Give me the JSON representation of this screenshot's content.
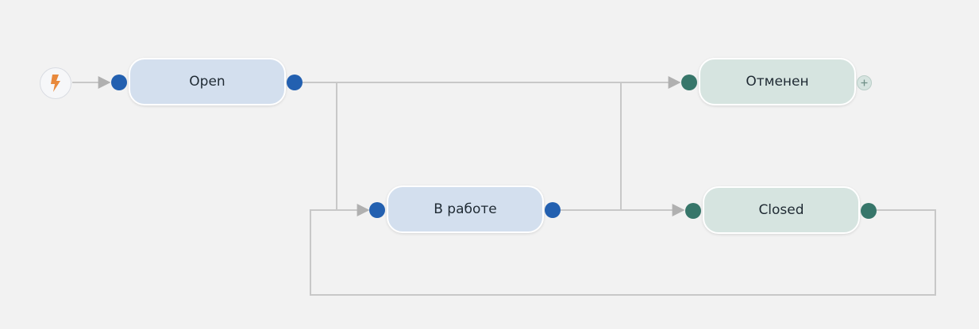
{
  "diagram": {
    "states": [
      {
        "id": "open",
        "label": "Open",
        "color": "#d3dfee"
      },
      {
        "id": "in_progress",
        "label": "В работе",
        "color": "#d3dfee"
      },
      {
        "id": "cancelled",
        "label": "Отменен",
        "color": "#d6e4e0"
      },
      {
        "id": "closed",
        "label": "Closed",
        "color": "#d6e4e0"
      }
    ],
    "transitions": [
      {
        "from": "start",
        "to": "open"
      },
      {
        "from": "open",
        "to": "cancelled"
      },
      {
        "from": "open",
        "to": "in_progress"
      },
      {
        "from": "in_progress",
        "to": "cancelled"
      },
      {
        "from": "in_progress",
        "to": "closed"
      },
      {
        "from": "closed",
        "to": "in_progress"
      }
    ],
    "start_icon": "lightning-icon",
    "add_icon": "plus-icon",
    "colors": {
      "background": "#f2f2f2",
      "connector": "#c8c8c8",
      "port_blue": "#2360b0",
      "port_green": "#37766a",
      "start_icon": "#e8893c"
    }
  }
}
